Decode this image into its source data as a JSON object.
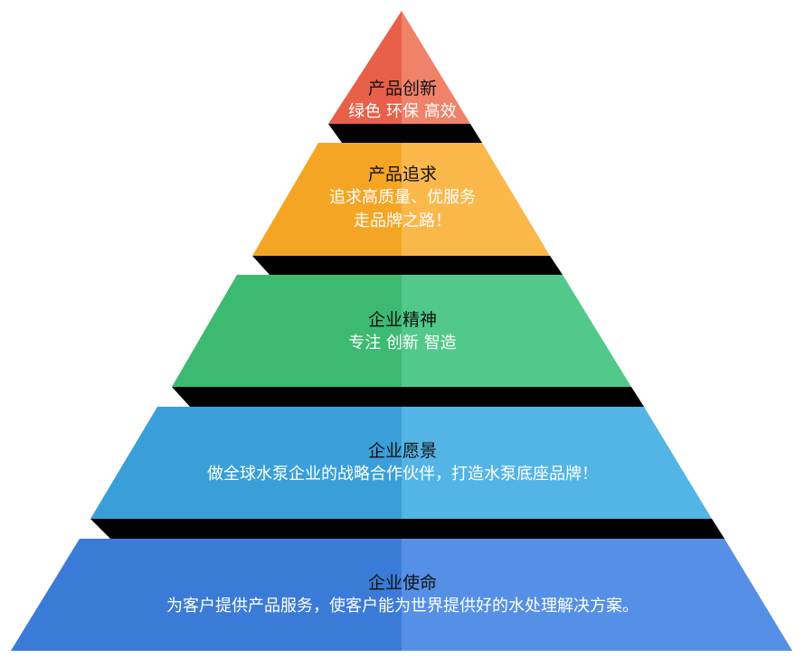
{
  "pyramid": {
    "levels": [
      {
        "title": "产品创新",
        "lines": [
          "绿色  环保  高效"
        ],
        "color_left": "#e8604a",
        "color_right": "#f0826a"
      },
      {
        "title": "产品追求",
        "lines": [
          "追求高质量、优服务",
          "走品牌之路！"
        ],
        "color_left": "#f5a524",
        "color_right": "#fbb84a"
      },
      {
        "title": "企业精神",
        "lines": [
          "专注  创新  智造"
        ],
        "color_left": "#3dba72",
        "color_right": "#52c98a"
      },
      {
        "title": "企业愿景",
        "lines": [
          "做全球水泵企业的战略合作伙伴，打造水泵底座品牌！"
        ],
        "color_left": "#3a9fd8",
        "color_right": "#53b4e6"
      },
      {
        "title": "企业使命",
        "lines": [
          "为客户提供产品服务，使客户能为世界提供好的水处理解决方案。"
        ],
        "color_left": "#3b7bd8",
        "color_right": "#5590e6"
      }
    ],
    "shadow_color": "#000000"
  }
}
